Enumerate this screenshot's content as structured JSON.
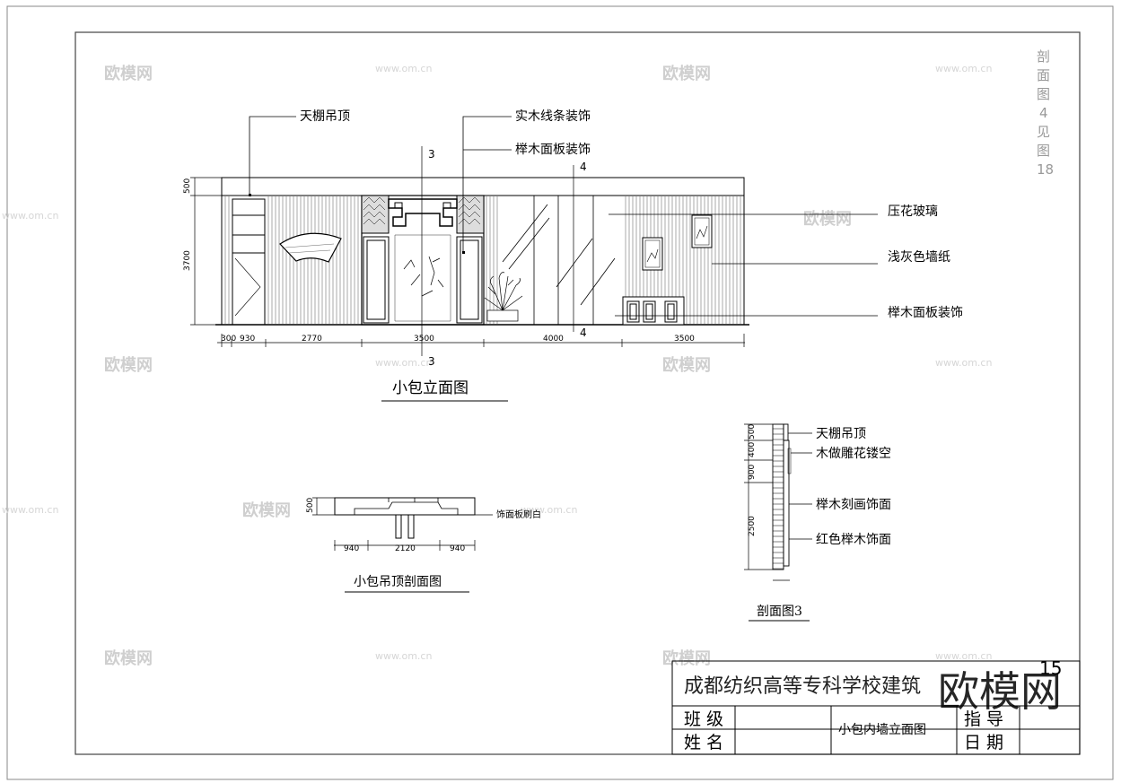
{
  "main_elevation": {
    "title": "小包立面图",
    "labels": {
      "ceiling": "天棚吊顶",
      "solid_wood": "实木线条装饰",
      "beech_top": "榉木面板装饰",
      "glass": "压花玻璃",
      "wallpaper": "浅灰色墙纸",
      "beech_bottom": "榉木面板装饰"
    },
    "section_marks": {
      "s3": "3",
      "s4": "4"
    },
    "vertical_dims": [
      "500",
      "3700"
    ],
    "horizontal_dims": [
      "300",
      "930",
      "2770",
      "3500",
      "4000",
      "3500"
    ]
  },
  "ceiling_section": {
    "title": "小包吊顶剖面图",
    "note": "饰面板刷白",
    "vertical_dim": "500",
    "horizontal_dims": [
      "940",
      "2120",
      "940"
    ]
  },
  "section3": {
    "title": "剖面图3",
    "labels": [
      "天棚吊顶",
      "木做雕花镂空",
      "榉木刻画饰面",
      "红色榉木饰面"
    ],
    "vertical_dims": [
      "500",
      "400",
      "900",
      "2500"
    ]
  },
  "side_note": [
    "剖",
    "面",
    "图",
    "4",
    "见",
    "图",
    "18"
  ],
  "title_block": {
    "page_number": "15",
    "school": "成都纺织高等专科学校建筑",
    "class_label": "班 级",
    "name_label": "姓 名",
    "drawing_name": "小包内墙立面图",
    "guide_label": "指 导",
    "date_label": "日 期"
  },
  "watermark": {
    "brand": "欧模网",
    "url": "www.om.cn"
  }
}
